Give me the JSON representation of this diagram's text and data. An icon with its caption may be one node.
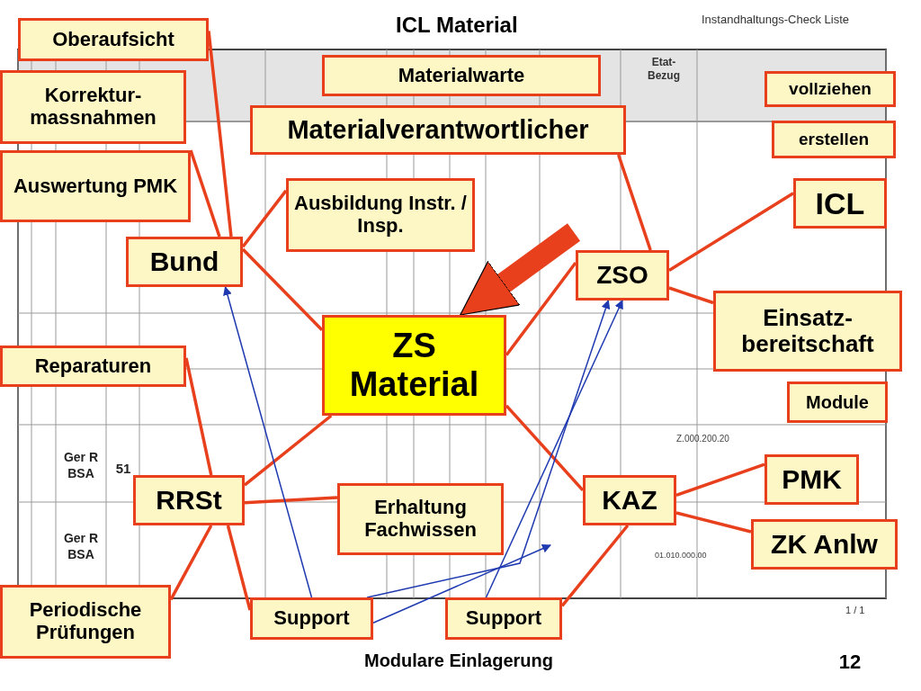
{
  "diagram": {
    "title": "ICL Material",
    "nodes": [
      {
        "text": [
          "Oberaufsicht"
        ]
      },
      {
        "text": [
          "Korrektur-massnahmen"
        ]
      },
      {
        "text": [
          "Materialwarte"
        ]
      },
      {
        "text": [
          "vollziehen"
        ]
      },
      {
        "text": [
          "Materialverantwortlicher"
        ]
      },
      {
        "text": [
          "erstellen"
        ]
      },
      {
        "text": [
          "Auswertung PMK"
        ]
      },
      {
        "text": [
          "Ausbildung Instr. / Insp."
        ]
      },
      {
        "text": [
          "ICL"
        ]
      },
      {
        "text": [
          "Bund"
        ]
      },
      {
        "text": [
          "ZSO"
        ]
      },
      {
        "text": [
          "Einsatz-bereitschaft"
        ]
      },
      {
        "text": [
          "ZS Material"
        ]
      },
      {
        "text": [
          "Reparaturen"
        ]
      },
      {
        "text": [
          "Module"
        ]
      },
      {
        "text": [
          "PMK"
        ]
      },
      {
        "text": [
          "RRSt"
        ]
      },
      {
        "text": [
          "Erhaltung Fachwissen"
        ]
      },
      {
        "text": [
          "KAZ"
        ]
      },
      {
        "text": [
          "ZK Anlw"
        ]
      },
      {
        "text": [
          "Periodische Prüfungen"
        ]
      },
      {
        "text": [
          "Support"
        ]
      },
      {
        "text": [
          "Support"
        ]
      }
    ],
    "edges": [
      {
        "from": 0,
        "to": 9,
        "arrow": "none"
      },
      {
        "from": 6,
        "to": 9,
        "arrow": "none"
      },
      {
        "from": 9,
        "to": 7,
        "arrow": "none"
      },
      {
        "from": 9,
        "to": 12,
        "arrow": "none"
      },
      {
        "from": 4,
        "to": 10,
        "arrow": "none"
      },
      {
        "from": 10,
        "to": 8,
        "arrow": "none"
      },
      {
        "from": 10,
        "to": 11,
        "arrow": "none"
      },
      {
        "from": 12,
        "to": 10,
        "arrow": "none"
      },
      {
        "from": 12,
        "to": 18,
        "arrow": "none"
      },
      {
        "from": 12,
        "to": 16,
        "arrow": "none"
      },
      {
        "from": 16,
        "to": 17,
        "arrow": "none"
      },
      {
        "from": 13,
        "to": 16,
        "arrow": "none"
      },
      {
        "from": 16,
        "to": 20,
        "arrow": "none"
      },
      {
        "from": 16,
        "to": 21,
        "arrow": "none"
      },
      {
        "from": 18,
        "to": 15,
        "arrow": "none"
      },
      {
        "from": 18,
        "to": 19,
        "arrow": "none"
      },
      {
        "from": 18,
        "to": 22,
        "arrow": "none"
      },
      {
        "from": null,
        "to": 12,
        "arrow": "to",
        "style": "thick"
      },
      {
        "from": 21,
        "to": 9,
        "arrow": "to",
        "color": "#1f3ab0"
      },
      {
        "from": 21,
        "to": 10,
        "arrow": "to",
        "color": "#1f3ab0"
      },
      {
        "from": 22,
        "to": 10,
        "arrow": "to",
        "color": "#1f3ab0"
      },
      {
        "from": 21,
        "to": null,
        "arrow": "to",
        "color": "#1f3ab0"
      }
    ],
    "labels": [
      "Instandhaltungs-Check Liste",
      "Etat- Bezug",
      "Ger R BSA",
      "51",
      "Ger R BSA",
      "Z.000.200.20",
      "01.010.000.00",
      "1 / 1",
      "Modulare Einlagerung",
      "12"
    ]
  }
}
